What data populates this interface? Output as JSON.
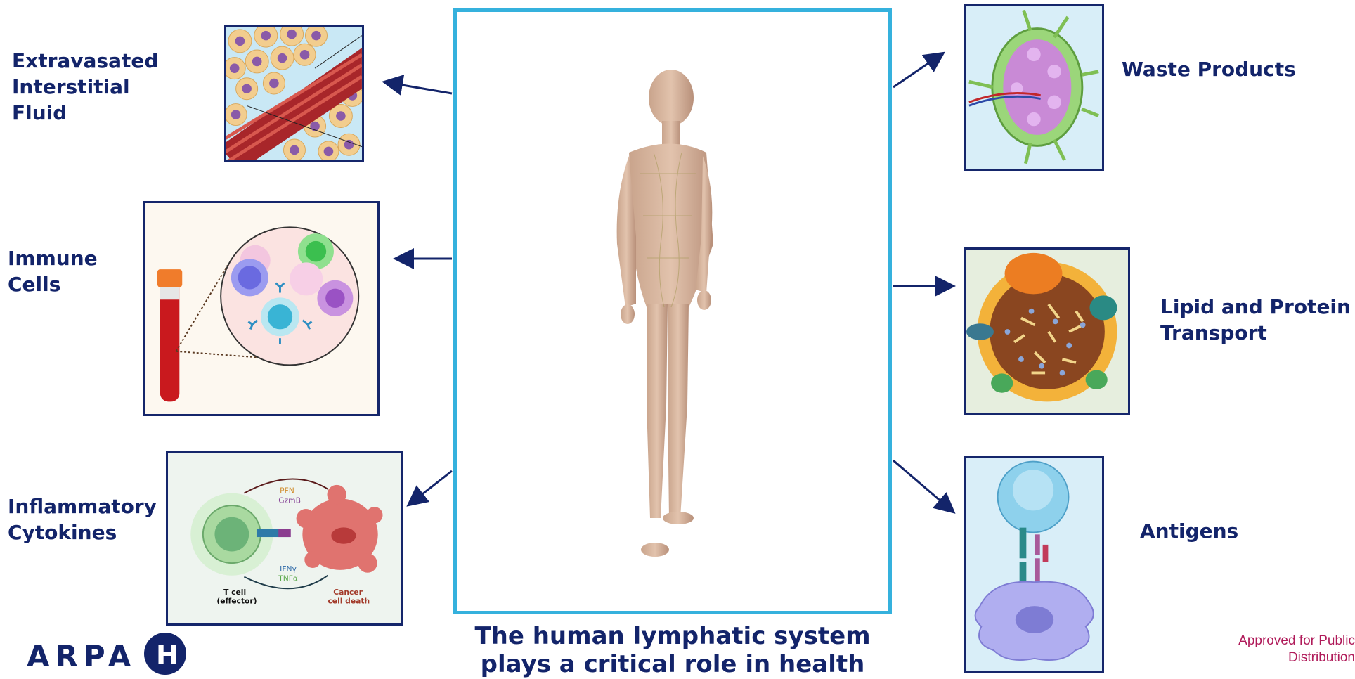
{
  "labels": {
    "extravasated": "Extravasated\nInterstitial\nFluid",
    "immune": "Immune\nCells",
    "inflammatory": "Inflammatory\nCytokines",
    "waste": "Waste Products",
    "lipid": "Lipid and Protein\nTransport",
    "antigens": "Antigens"
  },
  "caption": "The human lymphatic system plays a critical role in health",
  "cytokine_panel": {
    "pfn": "PFN",
    "gzmb": "GzmB",
    "ifn": "IFNγ",
    "tnf": "TNFα",
    "tcell": "T cell",
    "tcell_sub": "(effector)",
    "cancer": "Cancer",
    "cancer_sub": "cell death"
  },
  "logo_text": "ARPA",
  "logo_letter": "H",
  "approval": "Approved for Public\nDistribution",
  "colors": {
    "navy": "#13246a",
    "frame_blue": "#35b1dd",
    "approval_red": "#b01b5a"
  }
}
